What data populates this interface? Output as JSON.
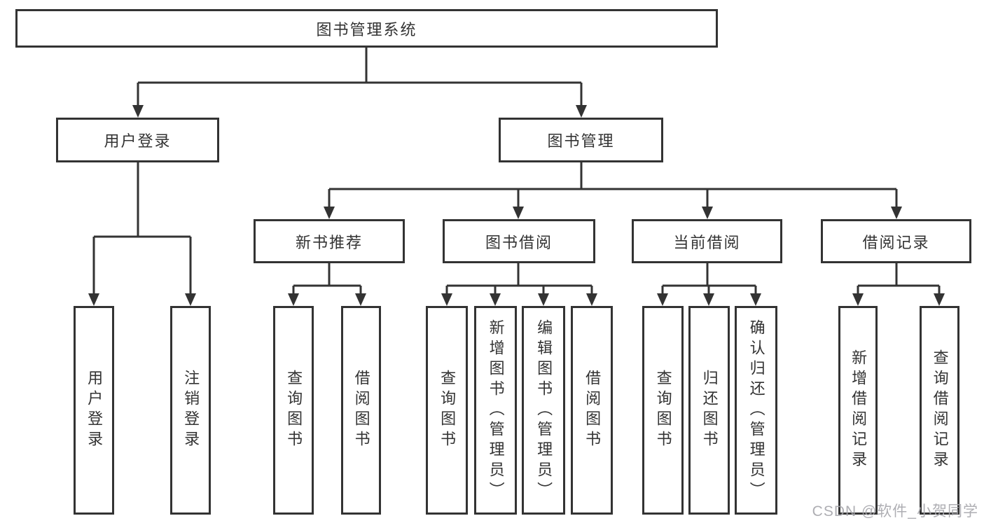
{
  "diagram": {
    "colors": {
      "line": "#333333",
      "box_border": "#333333",
      "text": "#333333",
      "background": "#ffffff",
      "watermark": "#a6a6ab"
    },
    "watermark": "CSDN @软件_小贺同学",
    "tree": {
      "label": "图书管理系统",
      "children": [
        {
          "label": "用户登录",
          "children": [
            {
              "label": "用户登录"
            },
            {
              "label": "注销登录"
            }
          ]
        },
        {
          "label": "图书管理",
          "children": [
            {
              "label": "新书推荐",
              "children": [
                {
                  "label": "查询图书"
                },
                {
                  "label": "借阅图书"
                }
              ]
            },
            {
              "label": "图书借阅",
              "children": [
                {
                  "label": "查询图书"
                },
                {
                  "label": "新增图书（管理员）"
                },
                {
                  "label": "编辑图书（管理员）"
                },
                {
                  "label": "借阅图书"
                }
              ]
            },
            {
              "label": "当前借阅",
              "children": [
                {
                  "label": "查询图书"
                },
                {
                  "label": "归还图书"
                },
                {
                  "label": "确认归还（管理员）"
                }
              ]
            },
            {
              "label": "借阅记录",
              "children": [
                {
                  "label": "新增借阅记录"
                },
                {
                  "label": "查询借阅记录"
                }
              ]
            }
          ]
        }
      ]
    }
  }
}
